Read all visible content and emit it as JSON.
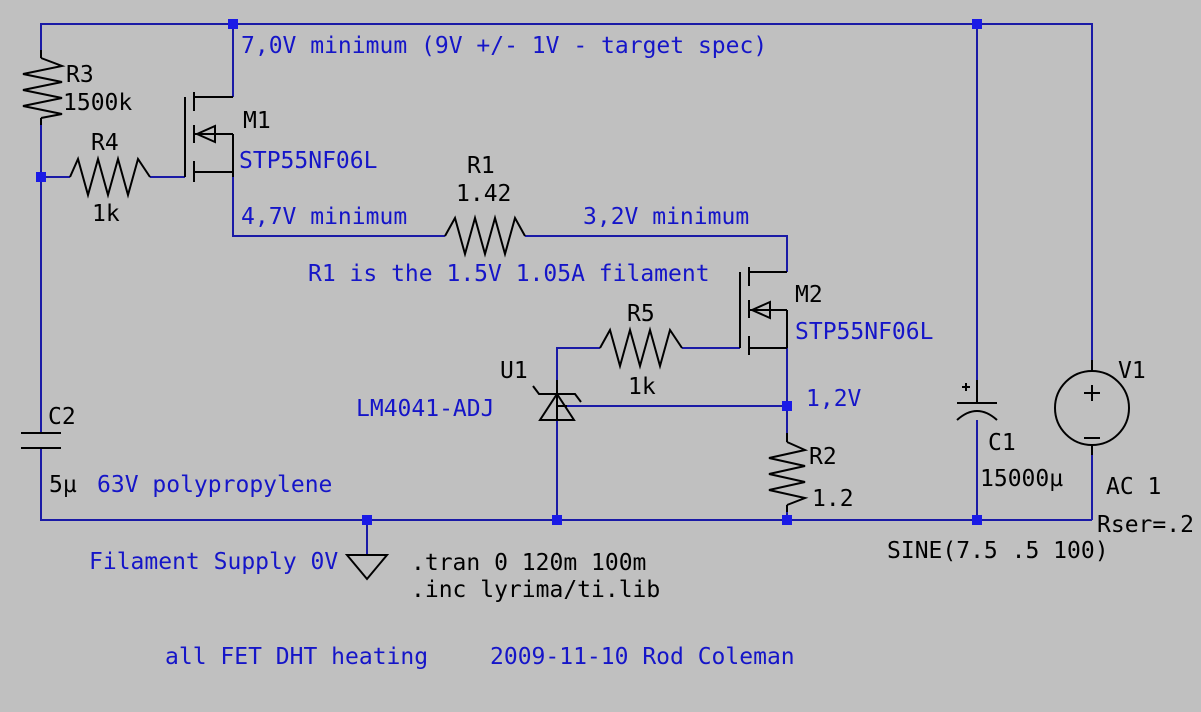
{
  "components": {
    "r3": {
      "ref": "R3",
      "value": "1500k"
    },
    "r4": {
      "ref": "R4",
      "value": "1k"
    },
    "m1": {
      "ref": "M1",
      "model": "STP55NF06L"
    },
    "r1": {
      "ref": "R1",
      "value": "1.42"
    },
    "m2": {
      "ref": "M2",
      "model": "STP55NF06L"
    },
    "r5": {
      "ref": "R5",
      "value": "1k"
    },
    "u1": {
      "ref": "U1",
      "model": "LM4041-ADJ"
    },
    "r2": {
      "ref": "R2",
      "value": "1.2"
    },
    "c2": {
      "ref": "C2",
      "value": "5µ"
    },
    "c1": {
      "ref": "C1",
      "value": "15000µ"
    },
    "v1": {
      "ref": "V1",
      "ac": "AC 1",
      "rser": "Rser=.2",
      "source": "SINE(7.5 .5 100)"
    }
  },
  "annotations": {
    "top_rail": "7,0V minimum (9V +/- 1V - target spec)",
    "m1_source": "4,7V minimum",
    "m2_drain": "3,2V minimum",
    "filament_note": "R1 is the 1.5V 1.05A filament",
    "ref_voltage": "1,2V",
    "c2_note": "63V polypropylene",
    "ground_label": "Filament Supply 0V",
    "title": "all FET DHT heating",
    "credit": "2009-11-10 Rod Coleman"
  },
  "directives": {
    "tran": ".tran 0 120m 100m",
    "inc": ".inc lyrima/ti.lib"
  },
  "colors": {
    "background": "#c0c0c0",
    "wire": "#1a1aa6",
    "component": "#000000",
    "annotation_text": "#1515c8"
  }
}
